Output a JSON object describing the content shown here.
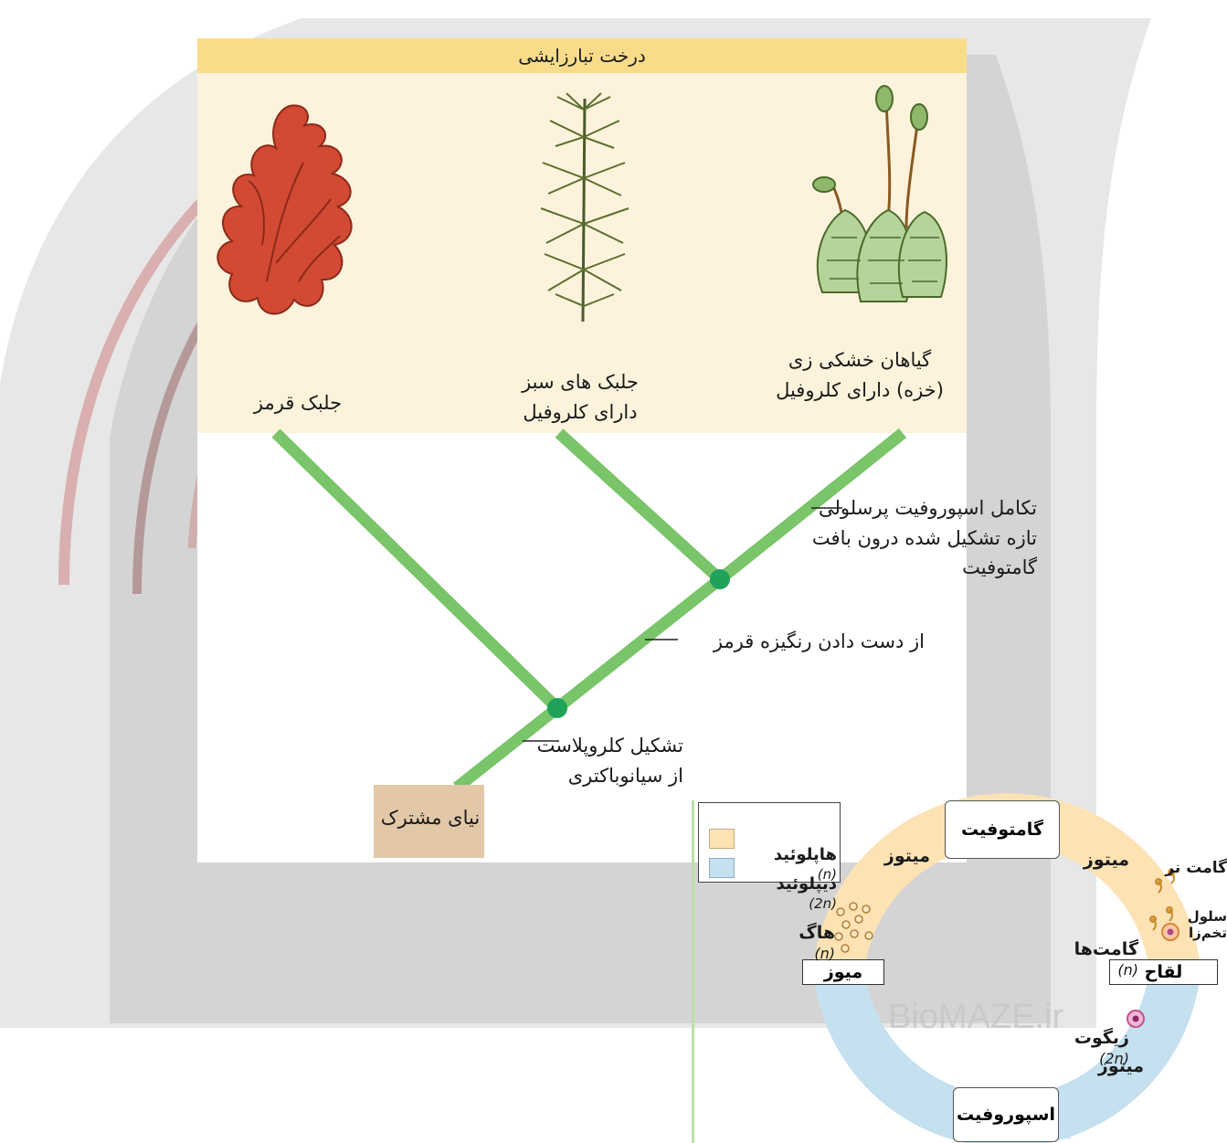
{
  "tree": {
    "title": "درخت تبارزایشی",
    "taxa": {
      "red_algae": "جلبک قرمز",
      "green_algae": "جلبک های سبز\nدارای کلروفیل",
      "land_plants": "گیاهان خشکی زی\n(خزه) دارای کلروفیل"
    },
    "events": {
      "multicellular_sporophyte": "تکامل اسپوروفیت پرسلولی\nتازه تشکیل شده درون بافت\nگامتوفیت",
      "red_pigment_loss": "از دست دادن رنگیزه قرمز",
      "chloroplast": "تشکیل کلروپلاست\nاز سیانوباکتری"
    },
    "root": "نیای مشترک"
  },
  "life_cycle": {
    "legend": {
      "haploid": "هاپلوئید",
      "haploid_tag": "(n)",
      "diploid": "دیپلوئید",
      "diploid_tag": "(2n)"
    },
    "stages": {
      "gametophyte": "گامتوفیت",
      "sporophyte": "اسپوروفیت",
      "meiosis": "میوز",
      "fertilization": "لقاح"
    },
    "labels": {
      "mitosis_left": "میتوز",
      "mitosis_right": "میتوز",
      "mitosis_bottom": "میتوز",
      "spores": "هاگ",
      "spores_tag": "(n)",
      "gametes": "گامت‌ها",
      "gametes_tag": "(n)",
      "male_gamete": "گامت نر",
      "egg": "سلول\nتخم‌زا",
      "zygote": "زیگوت",
      "zygote_tag": "(2n)"
    },
    "watermark": "BioMAZE.ir"
  },
  "colors": {
    "haploid": "#fde2b4",
    "diploid": "#c5e0ef",
    "branch": "#7ac46a",
    "node": "#1fa35a",
    "panel": "#fdf3dc",
    "title_bar": "#f9dc8a",
    "root_box": "#e3c8a8"
  }
}
